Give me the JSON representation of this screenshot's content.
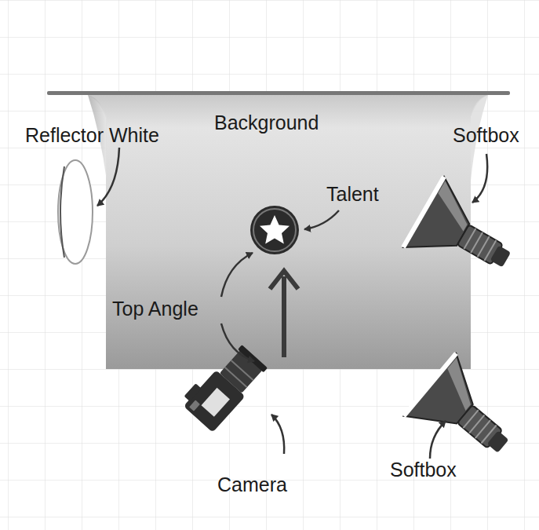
{
  "diagram": {
    "labels": [
      "Reflector White",
      "Background",
      "Softbox",
      "Talent",
      "Top Angle",
      "Camera",
      "Softbox"
    ]
  }
}
